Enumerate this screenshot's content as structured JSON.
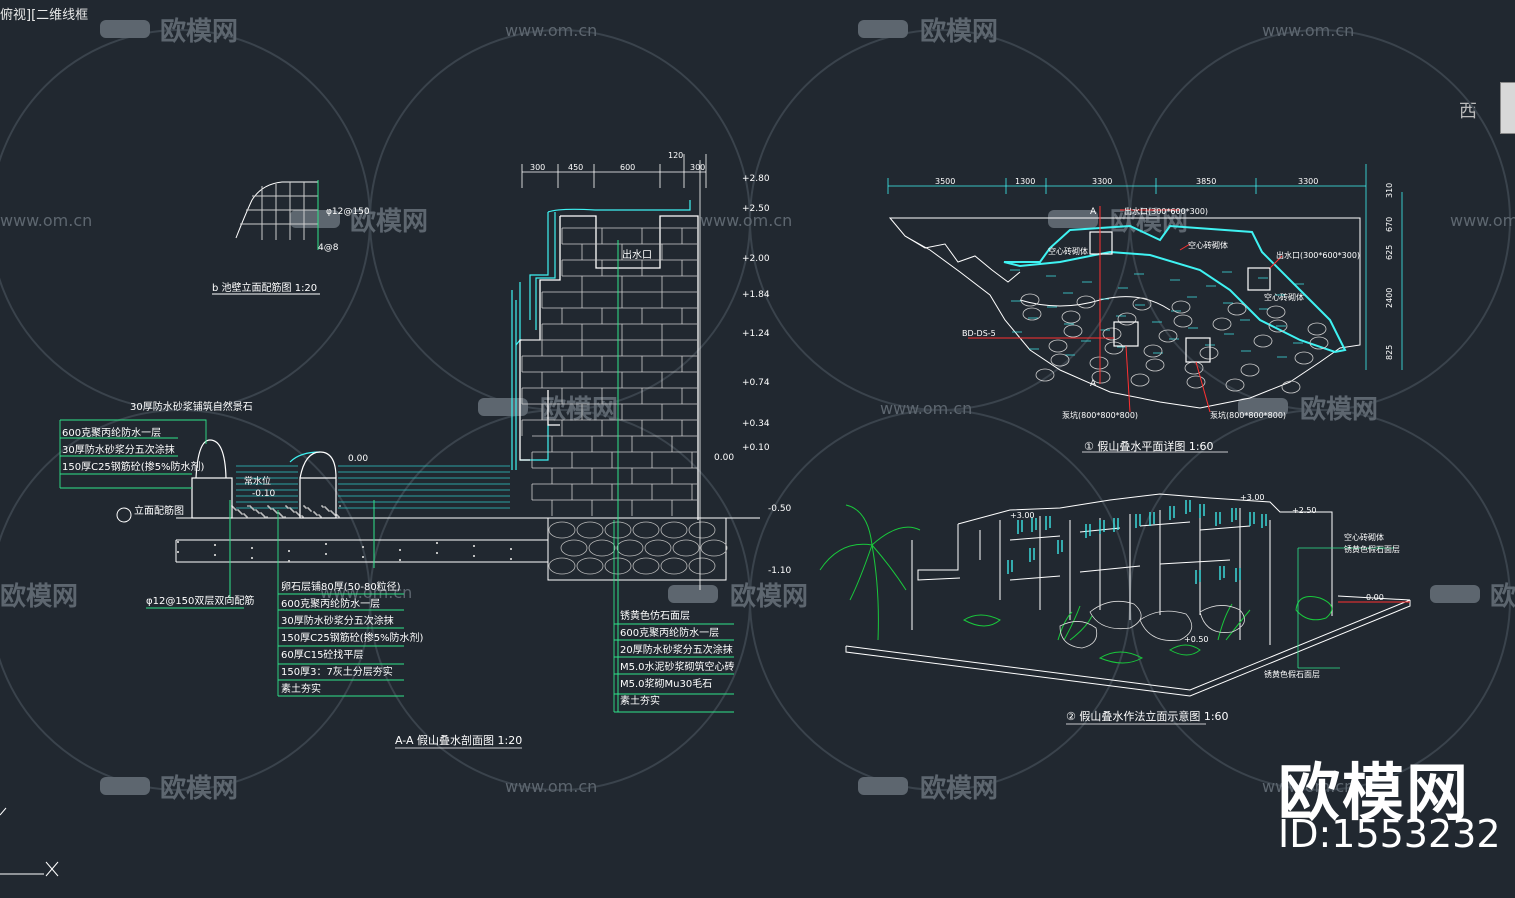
{
  "viewport": {
    "label": "俯视][二维线框",
    "compass_dir": "西"
  },
  "watermark": {
    "brand": "欧模网",
    "url": "www.om.cn",
    "id_text": "ID:1553232"
  },
  "section_aa": {
    "title": "A-A 假山叠水剖面图  1:20",
    "outlet_label": "出水口",
    "dims_top": [
      "300",
      "450",
      "600",
      "120",
      "300"
    ],
    "elevations_right": [
      "+2.80",
      "+2.50",
      "+2.00",
      "+1.84",
      "+1.24",
      "+0.74",
      "+0.34",
      "+0.10",
      "0.00",
      "-0.50",
      "-1.10"
    ],
    "left_pool_elev": "0.00",
    "pool_label": "常水位",
    "pool_neg": "-0.10",
    "top_note": "30厚防水砂浆铺筑自然景石",
    "left_notes": [
      "600克聚丙纶防水一层",
      "30厚防水砂浆分五次涂抹",
      "150厚C25钢筋砼(掺5%防水剂)"
    ],
    "bottom_left_rebar": "φ12@150双层双向配筋",
    "bottom_mid_notes": [
      "卵石层铺80厚(50-80粒径)",
      "600克聚丙纶防水一层",
      "30厚防水砂浆分五次涂抹",
      "150厚C25钢筋砼(掺5%防水剂)",
      "60厚C15砼找平层",
      "150厚3：7灰土分层夯实",
      "素土夯实"
    ],
    "bottom_right_notes": [
      "锈黄色仿石面层",
      "600克聚丙纶防水一层",
      "20厚防水砂浆分五次涂抹",
      "M5.0水泥砂浆砌筑空心砖",
      "M5.0浆砌Mu30毛石",
      "素土夯实"
    ],
    "detail_ref": "立面配筋图"
  },
  "detail_b": {
    "title": "b 池壁立面配筋图  1:20",
    "rebar": "φ12@150",
    "dim": "4@8"
  },
  "plan": {
    "title": "① 假山叠水平面详图  1:60",
    "dims_top": [
      "3500",
      "1300",
      "3300",
      "3850",
      "3300"
    ],
    "dims_right": [
      "310",
      "670",
      "625",
      "2400",
      "825"
    ],
    "labels": [
      "出水口(300*600*300)",
      "空心砖砌体",
      "空心砖砌体",
      "出水口(300*600*300)",
      "空心砖砌体"
    ],
    "ref_label": "BD-DS-5",
    "bottom_labels": [
      "泵坑(800*800*800)",
      "泵坑(800*800*800)"
    ],
    "section_mark": "A"
  },
  "elevation": {
    "title": "② 假山叠水作法立面示意图  1:60",
    "elevs": [
      "+3.00",
      "+3.00",
      "+2.50",
      "0.00",
      "+0.50"
    ],
    "right_notes": [
      "空心砖砌体",
      "锈黄色假石面层"
    ],
    "bottom_note": "锈黄色假石面层"
  }
}
